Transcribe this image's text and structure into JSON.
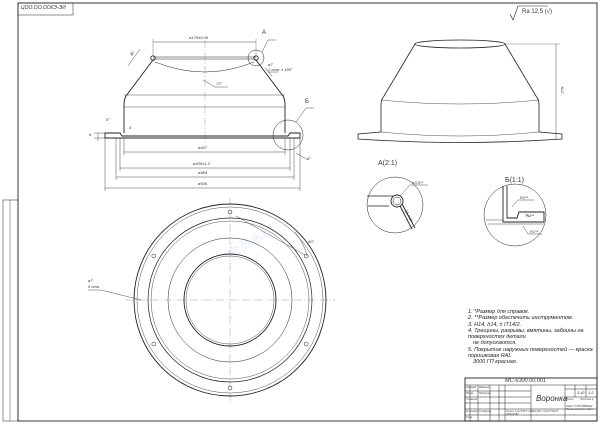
{
  "stamp_top_left": "ЦОО.ОО.ОО€Э-ЭИ",
  "roughness": "Ra 12,5 (√)",
  "main_view": {
    "dims": {
      "top_diameter": "ø176±0,46",
      "inner_diameter": "ø437",
      "mid_diameter": "ø435±1,2",
      "flange_inner": "ø484",
      "flange_outer": "ø546",
      "rim_bend": "30",
      "rim_holes": "ø7\n2 отв. х 180°",
      "radius": "72°",
      "angle_left": "5°",
      "thickness": "4",
      "flange_height": "6",
      "angle_right": "5°"
    },
    "callouts": {
      "detail_a": "А",
      "detail_b": "Б"
    }
  },
  "side_view": {
    "height_dim": "278"
  },
  "plan_view": {
    "hole_note": "ø7\n6 отв.",
    "angle": "60°"
  },
  "detail_a": {
    "title": "А(2:1)",
    "dim1": "ø3,5**",
    "dim2": "15 max"
  },
  "detail_b": {
    "title": "Б(1:1)",
    "dim1": "R2**",
    "dim2": "R3**",
    "dim3": "R1**"
  },
  "watermark": "会员水印",
  "notes": [
    "1. *Размер для справок.",
    "2. **Размер обеспечить инструментом.",
    "3. Н14, h14, ± IT14/2.",
    "4. Трещины, разрывы, вмятины, забоины на поверхностях детали",
    "   не допускаются.",
    "5. Покрытие наружных поверхностей — краска порошковая RAL",
    "   3000 ГП красная."
  ],
  "title_block": {
    "designation": "МС-6300.00.001",
    "name": "Воронка",
    "material": "Лист 1,0 ГОСТ 19904-90 / Ст3 ГОСТ 16523-97",
    "mass": "3,42",
    "scale": "1:2",
    "company": "ОАО \"СТРОЙМАШ\" Технический отдел",
    "sheet": "Лист",
    "sheets": "Листов 1",
    "roles": [
      "Разраб.",
      "Пров.",
      "Т.контр.",
      "Н.контр.",
      "Утв."
    ],
    "names": [
      "Иванов",
      "Петров",
      "",
      "Сидоров",
      ""
    ]
  }
}
